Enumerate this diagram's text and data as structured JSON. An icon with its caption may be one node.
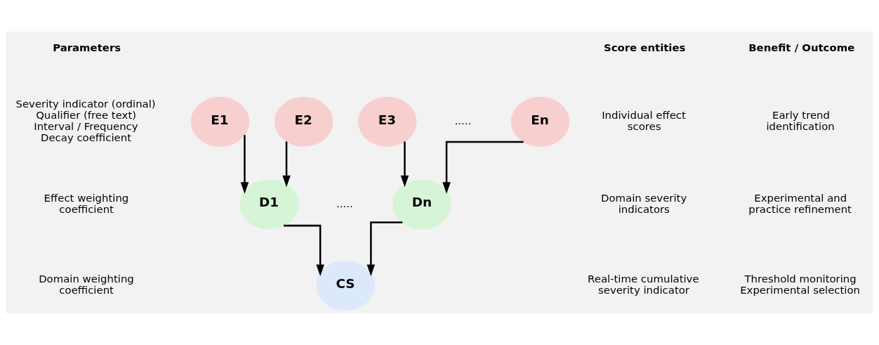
{
  "diagram": {
    "nodes": [
      {
        "text": [
          "E1"
        ]
      },
      {
        "text": [
          "E2"
        ]
      },
      {
        "text": [
          "E3"
        ]
      },
      {
        "text": [
          "En"
        ]
      },
      {
        "text": [
          "D1"
        ]
      },
      {
        "text": [
          "Dn"
        ]
      },
      {
        "text": [
          "CS"
        ]
      }
    ],
    "edges": [
      {
        "from": 0,
        "to": 4,
        "arrow": "to"
      },
      {
        "from": 1,
        "to": 4,
        "arrow": "to"
      },
      {
        "from": 2,
        "to": 5,
        "arrow": "to"
      },
      {
        "from": 3,
        "to": 5,
        "arrow": "to"
      },
      {
        "from": 4,
        "to": 6,
        "arrow": "to"
      },
      {
        "from": 5,
        "to": 6,
        "arrow": "to"
      }
    ],
    "labels": [
      "Parameters",
      "Score entities",
      "Benefit / Outcome",
      "Severity indicator (ordinal)",
      "Qualifier (free text)",
      "Interval / Frequency",
      "Decay coefficient",
      ".....",
      "Individual effect scores",
      "Early trend identification",
      "Effect weighting coefficient",
      ".....",
      "Domain severity indicators",
      "Experimental and practice refinement",
      "Domain weighting coefficient",
      "Real-time cumulative severity indicator",
      "Threshold monitoring",
      "Experimental selection"
    ]
  }
}
